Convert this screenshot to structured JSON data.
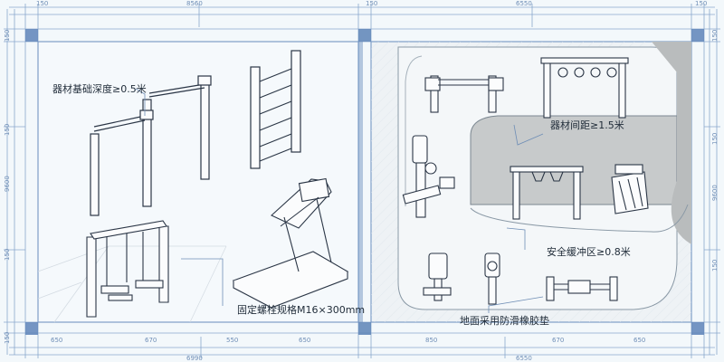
{
  "colors": {
    "dimension_blue": "#7f9ec8",
    "corner_pad": "#5d84b8",
    "paving_grey": "#c7cacb",
    "path_white": "#f7f9fb",
    "line_dark": "#2b3646",
    "ground_light": "#eef4f8"
  },
  "dimensions": {
    "top": [
      "150",
      "8560",
      "150",
      "6550",
      "150"
    ],
    "bottom": [
      "650",
      "670",
      "550",
      "650",
      "850",
      "670",
      "650"
    ],
    "bottom_totals": [
      "6990",
      "6550"
    ],
    "left": [
      "150",
      "150",
      "150",
      "9600",
      "150"
    ],
    "right": [
      "150",
      "150",
      "9600",
      "150"
    ]
  },
  "left_panel": {
    "callout_foundation_depth": "器材基础深度≥0.5米",
    "callout_bolt_spec": "固定螺栓规格M16×300mm"
  },
  "right_panel": {
    "callout_equipment_spacing": "器材间距≥1.5米",
    "callout_safety_buffer": "安全缓冲区≥0.8米",
    "callout_anti_slip": "地面采用防滑橡胶垫"
  }
}
